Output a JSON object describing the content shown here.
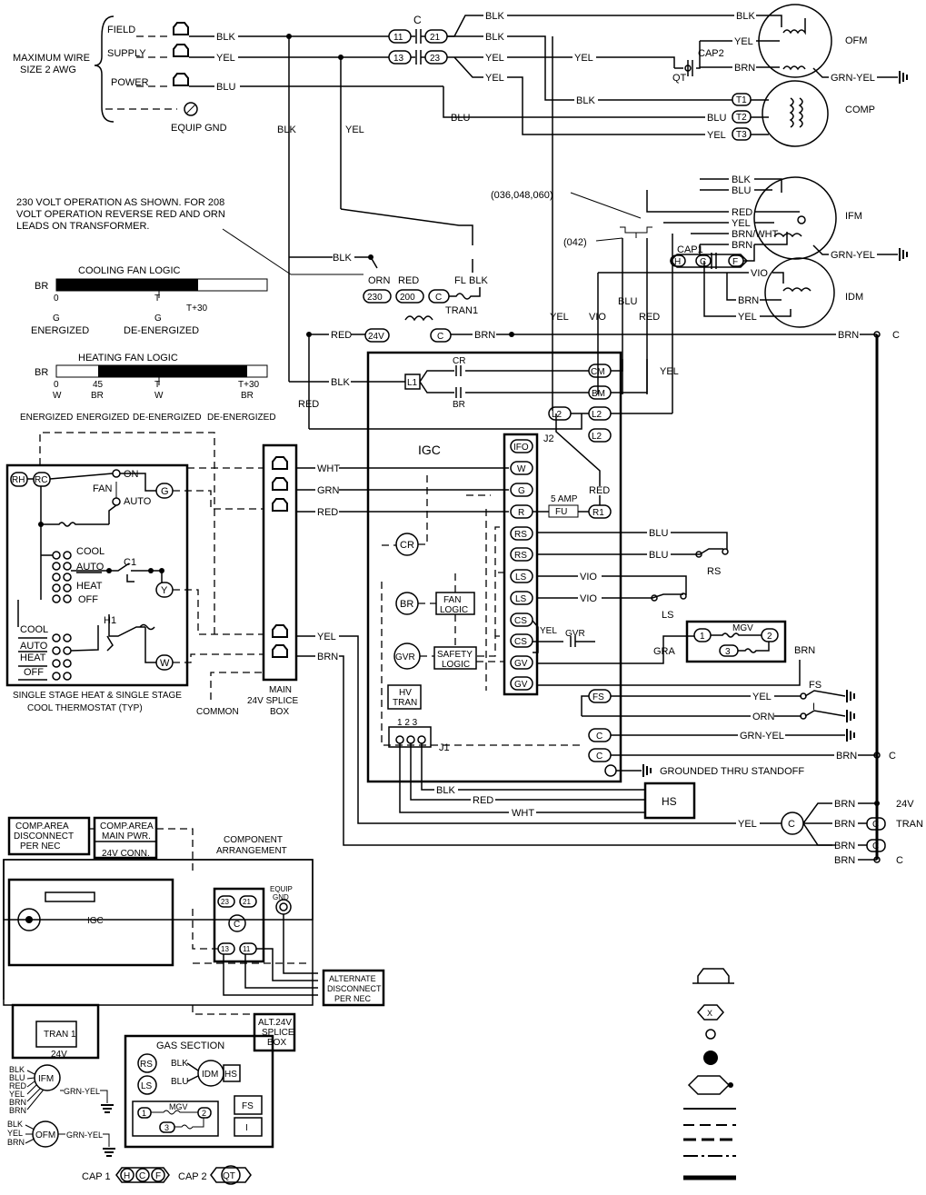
{
  "supply": {
    "max_wire": "MAXIMUM WIRE",
    "size": "SIZE 2 AWG",
    "field": "FIELD",
    "supply": "SUPPLY",
    "power": "POWER",
    "equip_gnd": "EQUIP GND",
    "c_label": "C"
  },
  "wires": {
    "blk": "BLK",
    "yel": "YEL",
    "blu": "BLU",
    "red": "RED",
    "brn": "BRN",
    "vio": "VIO",
    "wht": "WHT",
    "grn": "GRN",
    "orn": "ORN",
    "gra": "GRA",
    "grn_yel": "GRN-YEL",
    "brn_wht": "BRN/WHT"
  },
  "terminals": {
    "t11": "11",
    "t21": "21",
    "t13": "13",
    "t23": "23",
    "T1": "T1",
    "T2": "T2",
    "T3": "T3",
    "r230": "230",
    "r200": "200",
    "c": "C",
    "v24": "24V",
    "H": "H",
    "F": "F",
    "L1": "L1",
    "L2": "L2",
    "QT": "QT"
  },
  "motors": {
    "ofm": "OFM",
    "comp": "COMP",
    "ifm": "IFM",
    "idm": "IDM",
    "cap2": "CAP2",
    "cap1": "CAP1"
  },
  "note": {
    "line1": "230 VOLT OPERATION AS SHOWN. FOR 208",
    "line2": "VOLT OPERATION REVERSE RED AND ORN",
    "line3": "LEADS ON TRANSFORMER.",
    "models": "(036,048,060)",
    "m042": "(042)"
  },
  "tran1": {
    "label": "TRAN1",
    "orn": "ORN",
    "red": "RED",
    "fl": "FL",
    "blk": "BLK"
  },
  "cooling": {
    "title": "COOLING FAN LOGIC",
    "br": "BR",
    "t0": "0",
    "tg": "T",
    "t30": "T+30",
    "g1": "G",
    "g2": "G",
    "energized": "ENERGIZED",
    "deenergized": "DE-ENERGIZED"
  },
  "heating": {
    "title": "HEATING FAN LOGIC",
    "br": "BR",
    "t0": "0",
    "t45": "45",
    "tt": "T",
    "t30": "T+30",
    "w": "W",
    "br2": "BR",
    "w2": "W",
    "br3": "BR",
    "e1": "ENERGIZED",
    "e2": "ENERGIZED",
    "d1": "DE-ENERGIZED",
    "d2": "DE-ENERGIZED"
  },
  "thermostat": {
    "rh": "RH",
    "rc": "RC",
    "on": "ON",
    "fan": "FAN",
    "auto": "AUTO",
    "g": "G",
    "y": "Y",
    "w": "W",
    "cool": "COOL",
    "auto2": "AUTO",
    "heat": "HEAT",
    "off": "OFF",
    "c1": "C1",
    "h1": "H1",
    "cool2": "COOL",
    "auto3": "AUTO",
    "heat2": "HEAT",
    "off2": "OFF",
    "cap1": "SINGLE STAGE HEAT & SINGLE STAGE",
    "cap2": "COOL THERMOSTAT (TYP)",
    "common": "COMMON"
  },
  "splice": {
    "l1": "MAIN",
    "l2": "24V SPLICE",
    "l3": "BOX"
  },
  "igc": {
    "title": "IGC",
    "j2": "J2",
    "j1": "J1",
    "cr_top": "CR",
    "br_top": "BR",
    "CM": "CM",
    "BM": "BM",
    "pins": [
      "IFO",
      "W",
      "G",
      "R",
      "RS",
      "RS",
      "LS",
      "LS",
      "CS",
      "CS",
      "GV",
      "GV"
    ],
    "five_amp": "5 AMP",
    "fu": "FU",
    "r1": "R1",
    "cr": "CR",
    "br": "BR",
    "gvr": "GVR",
    "fan_logic1": "FAN",
    "fan_logic2": "LOGIC",
    "safety1": "SAFETY",
    "safety2": "LOGIC",
    "hv1": "HV",
    "hv2": "TRAN",
    "j1pins": "1 2 3",
    "gvr2": "GVR",
    "yel": "YEL"
  },
  "right": {
    "rs": "RS",
    "ls": "LS",
    "mgv": "MGV",
    "one": "1",
    "two": "2",
    "three": "3",
    "fs": "FS",
    "i": "I",
    "c": "C",
    "grounded": "GROUNDED THRU STANDOFF",
    "hs": "HS",
    "v24": "24V",
    "tran": "TRAN"
  },
  "comp": {
    "disc1": "COMP.AREA",
    "disc2": "DISCONNECT",
    "disc3": "PER NEC",
    "main1": "COMP.AREA",
    "main2": "MAIN PWR.",
    "conn": "24V CONN.",
    "arr1": "COMPONENT",
    "arr2": "ARRANGEMENT",
    "igc": "IGC",
    "eq1": "EQUIP",
    "eq2": "GND",
    "t23": "23",
    "t21": "21",
    "t13": "13",
    "t11": "11",
    "c": "C",
    "alt1": "ALTERNATE",
    "alt2": "DISCONNECT",
    "alt3": "PER NEC",
    "tran": "TRAN 1",
    "v24": "24V",
    "alt24a": "ALT.24V",
    "alt24b": "SPLICE",
    "alt24c": "BOX",
    "gas": "GAS SECTION",
    "rs": "RS",
    "ls": "LS",
    "idm": "IDM",
    "hs": "HS",
    "blk": "BLK",
    "blu": "BLU",
    "mgv": "MGV",
    "one": "1",
    "two": "2",
    "three": "3",
    "fs": "FS",
    "i": "I",
    "ifm": "IFM",
    "ofm": "OFM",
    "ifm_leads": [
      "BLK",
      "BLU",
      "RED",
      "YEL",
      "BRN",
      "BRN"
    ],
    "ofm_leads": [
      "BLK",
      "YEL",
      "BRN"
    ],
    "grn_yel": "GRN-YEL",
    "cap1": "CAP 1",
    "cap2": "CAP 2",
    "h": "H",
    "cc": "C",
    "f": "F",
    "qt": "QT"
  },
  "legend": {
    "x": "X"
  }
}
